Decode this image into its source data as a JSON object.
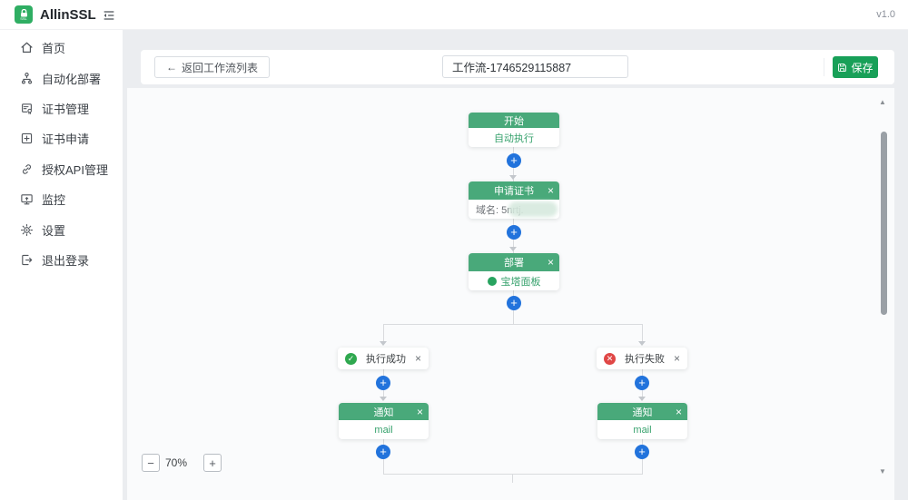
{
  "app": {
    "name": "AllinSSL",
    "version": "v1.0",
    "logo_text": "SSL"
  },
  "sidebar": {
    "items": [
      {
        "label": "首页",
        "icon": "home-icon"
      },
      {
        "label": "自动化部署",
        "icon": "deploy-icon"
      },
      {
        "label": "证书管理",
        "icon": "certificate-icon"
      },
      {
        "label": "证书申请",
        "icon": "plus-square-icon"
      },
      {
        "label": "授权API管理",
        "icon": "link-icon"
      },
      {
        "label": "监控",
        "icon": "monitor-icon"
      },
      {
        "label": "设置",
        "icon": "gear-icon"
      },
      {
        "label": "退出登录",
        "icon": "logout-icon"
      }
    ]
  },
  "header": {
    "back_arrow": "←",
    "back_label": "返回工作流列表",
    "title_value": "工作流-1746529115887",
    "save_label": "保存"
  },
  "workflow": {
    "plus_glyph": "+",
    "close_glyph": "×",
    "nodes": {
      "start": {
        "title": "开始",
        "body": "自动执行"
      },
      "apply": {
        "title": "申请证书",
        "body": "域名: 5nrtj."
      },
      "deploy": {
        "title": "部署",
        "body": "宝塔面板"
      },
      "success": {
        "label": "执行成功",
        "glyph": "✓"
      },
      "fail": {
        "label": "执行失败",
        "glyph": "✕"
      },
      "notify_success": {
        "title": "通知",
        "body": "mail"
      },
      "notify_fail": {
        "title": "通知",
        "body": "mail"
      }
    }
  },
  "zoom_control": {
    "minus": "−",
    "level": "70%",
    "plus": "+"
  },
  "scrollbar": {
    "up": "▲",
    "down": "▼"
  },
  "colors": {
    "brand_green": "#2fae63",
    "node_header_green": "#49a97a",
    "save_green": "#18a058",
    "plus_blue": "#2273dc",
    "success_green": "#2fa84f",
    "error_red": "#e04746"
  }
}
